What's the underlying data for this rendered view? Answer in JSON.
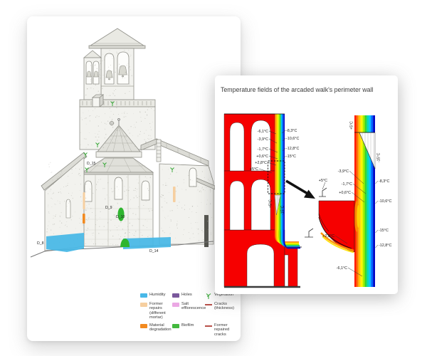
{
  "left_page": {
    "description": "Church elevation drawing with material degradation mapping",
    "damage_labels": {
      "d8": "D_8",
      "d15": "D_15",
      "d9": "D_9",
      "d10": "D_10",
      "d14": "D_14"
    },
    "legend": {
      "rows": [
        [
          {
            "label": "Humidity"
          },
          {
            "label": "Holes"
          },
          {
            "label": "Vegetation"
          }
        ],
        [
          {
            "label": "Former repairs (different mortar)"
          },
          {
            "label": "Salt efflorescence"
          },
          {
            "label": "Cracks (thickness)"
          }
        ],
        [
          {
            "label": "Material degradation"
          },
          {
            "label": "Biofilm"
          },
          {
            "label": "Former repaired cracks"
          }
        ]
      ],
      "colors": {
        "humidity": "#49b8e8",
        "holes": "#7a589c",
        "vegetation": "#2fa52f",
        "former_repairs": "#f6cfa0",
        "salt_efflorescence": "#eba8e4",
        "cracks": "#b8504a",
        "material_degradation": "#f28a20",
        "biofilm": "#43b93e",
        "former_repaired_cracks": "#b8504a"
      }
    }
  },
  "right_page": {
    "title": "Temperature fields of the arcaded walk's perimeter wall",
    "main_section": {
      "inner_labels": [
        "-6,1°C",
        "-3,9°C",
        "-1,7°C",
        "+0,6°C",
        "+2,8°C",
        "+5°C"
      ],
      "outer_labels": [
        "-8,3°C",
        "-10,6°C",
        "-12,8°C",
        "-15°C"
      ],
      "inner_face_label": "+5°C",
      "outer_face_label": "-15°C"
    },
    "detail_section": {
      "floor_label": "+5°C",
      "inner_labels": [
        "-3,9°C",
        "-1,7°C",
        "+0,6°C",
        "+2,8°C",
        "-6,1°C"
      ],
      "outer_labels": [
        "-8,3°C",
        "-10,6°C",
        "-15°C",
        "-12,8°C"
      ],
      "inner_face_label": "+5°C",
      "outer_face_label": "-15°C"
    },
    "thermal_scale": [
      "#ff1e00",
      "#ff7300",
      "#ffc400",
      "#fff600",
      "#a4f000",
      "#35d435",
      "#00ddb0",
      "#00c2ff",
      "#0064ff",
      "#0008c8"
    ]
  }
}
